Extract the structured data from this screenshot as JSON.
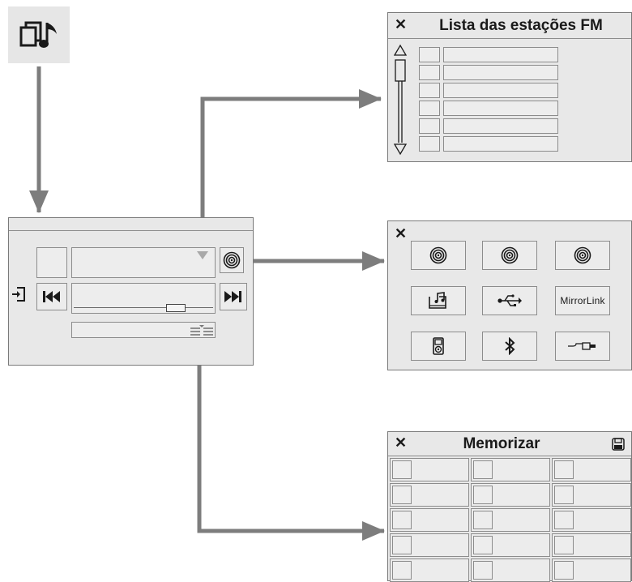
{
  "source_menu": {
    "icon": "media-source-music-icon"
  },
  "main_screen": {
    "icons": [
      "exit-icon",
      "previous-track-icon",
      "next-track-icon",
      "radio-source-icon",
      "presets-icon",
      "dropdown-icon"
    ]
  },
  "fm_list": {
    "close_label": "✕",
    "title": "Lista das estações FM",
    "row_count": 6
  },
  "sources": {
    "close_label": "✕",
    "items": [
      {
        "icon": "radio-icon"
      },
      {
        "icon": "radio-icon"
      },
      {
        "icon": "radio-icon"
      },
      {
        "icon": "sd-card-music-icon"
      },
      {
        "icon": "usb-icon"
      },
      {
        "icon": "mirrorlink-logo",
        "label": "MirrorLink"
      },
      {
        "icon": "ipod-icon"
      },
      {
        "icon": "bluetooth-icon"
      },
      {
        "icon": "aux-jack-icon"
      }
    ]
  },
  "memorize": {
    "close_label": "✕",
    "title": "Memorizar",
    "save_icon": "save-icon",
    "rows": 5,
    "cols": 3
  },
  "colors": {
    "arrow": "#7d7d7d",
    "panel": "#e8e8e8",
    "border": "#8c8c8c"
  }
}
